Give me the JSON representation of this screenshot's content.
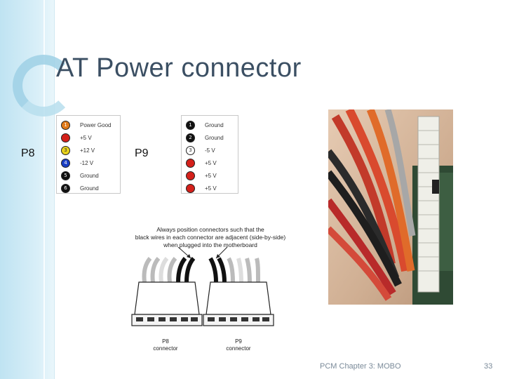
{
  "slide": {
    "title": "AT Power connector",
    "footer": "PCM Chapter 3: MOBO",
    "page_number": "33"
  },
  "labels": {
    "p8": "P8",
    "p9": "P9"
  },
  "p8_pins": [
    {
      "num": "1",
      "label": "Power Good",
      "color": "#e07a1a"
    },
    {
      "num": "",
      "label": "+5 V",
      "color": "#d4201a"
    },
    {
      "num": "3",
      "label": "+12 V",
      "color": "#e8d21c"
    },
    {
      "num": "4",
      "label": "-12 V",
      "color": "#1a3fc4"
    },
    {
      "num": "5",
      "label": "Ground",
      "color": "#111111"
    },
    {
      "num": "6",
      "label": "Ground",
      "color": "#111111"
    }
  ],
  "p9_pins": [
    {
      "num": "1",
      "label": "Ground",
      "color": "#111111"
    },
    {
      "num": "2",
      "label": "Ground",
      "color": "#111111"
    },
    {
      "num": "3",
      "label": "-5 V",
      "color": "#ffffff"
    },
    {
      "num": "",
      "label": "+5 V",
      "color": "#d4201a"
    },
    {
      "num": "",
      "label": "+5 V",
      "color": "#d4201a"
    },
    {
      "num": "",
      "label": "+5 V",
      "color": "#d4201a"
    }
  ],
  "diagram": {
    "note_line1": "Always position connectors such that the",
    "note_line2": "black wires in each connector are adjacent (side-by-side)",
    "note_line3": "when plugged into the motherboard",
    "p8_caption_line1": "P8",
    "p8_caption_line2": "connector",
    "p9_caption_line1": "P9",
    "p9_caption_line2": "connector"
  }
}
